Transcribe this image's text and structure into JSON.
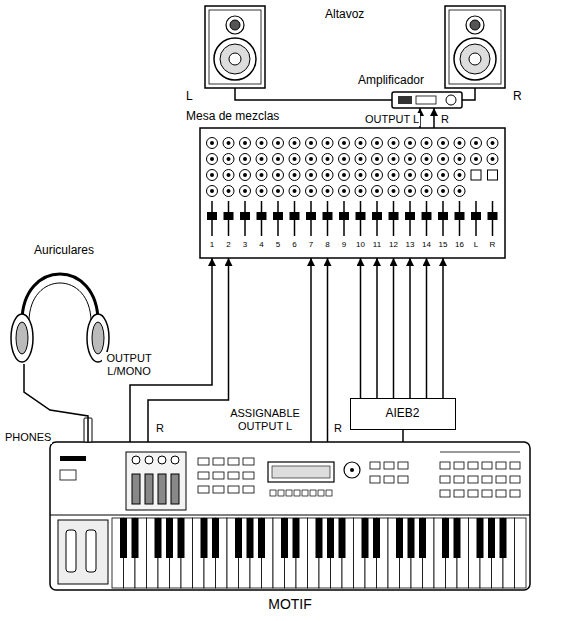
{
  "diagram": {
    "nodes": [
      {
        "text": [
          "L"
        ]
      },
      {
        "text": [
          "R"
        ]
      },
      {
        "text": [
          "Amplificador"
        ]
      },
      {
        "text": [
          "Mesa de mezclas"
        ]
      },
      {
        "text": [
          "Auriculares"
        ]
      },
      {
        "text": [
          "AIEB2"
        ]
      },
      {
        "text": [
          "MOTIF"
        ]
      }
    ],
    "edges": [
      {
        "from": 2,
        "to": 0,
        "arrow": "none"
      },
      {
        "from": 2,
        "to": 1,
        "arrow": "none"
      },
      {
        "from": 3,
        "to": 2,
        "label": "OUTPUT L",
        "arrow": "to"
      },
      {
        "from": 3,
        "to": 2,
        "label": "R",
        "arrow": "to"
      },
      {
        "from": 6,
        "to": 3,
        "label": "OUTPUT L/MONO",
        "arrow": "to"
      },
      {
        "from": 6,
        "to": 3,
        "label": "R",
        "arrow": "to"
      },
      {
        "from": 6,
        "to": 3,
        "label": "ASSIGNABLE OUTPUT L",
        "arrow": "to"
      },
      {
        "from": 6,
        "to": 3,
        "label": "R",
        "arrow": "to"
      },
      {
        "from": 6,
        "to": 5,
        "arrow": "none"
      },
      {
        "from": 5,
        "to": 3,
        "arrow": "to"
      },
      {
        "from": 5,
        "to": 3,
        "arrow": "to"
      },
      {
        "from": 5,
        "to": 3,
        "arrow": "to"
      },
      {
        "from": 5,
        "to": 3,
        "arrow": "to"
      },
      {
        "from": 5,
        "to": 3,
        "arrow": "to"
      },
      {
        "from": 5,
        "to": 3,
        "arrow": "to"
      },
      {
        "from": 4,
        "to": 6,
        "label": "PHONES",
        "arrow": "none"
      }
    ],
    "labels": [
      "Altavoz",
      "1",
      "2",
      "3",
      "4",
      "5",
      "6",
      "7",
      "8",
      "9",
      "10",
      "11",
      "12",
      "13",
      "14",
      "15",
      "16",
      "L",
      "R"
    ]
  }
}
